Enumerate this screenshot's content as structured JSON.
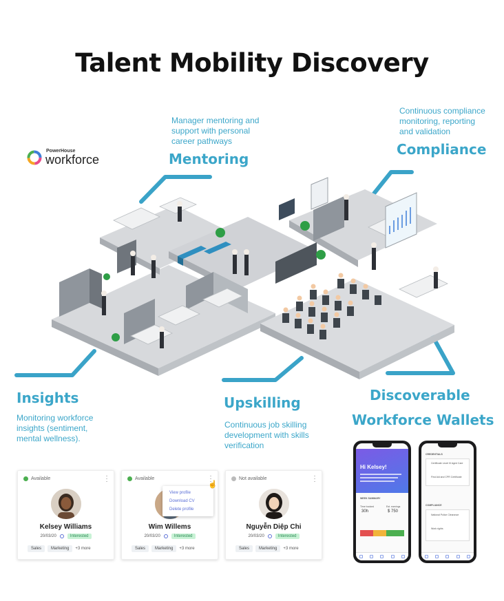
{
  "title": "Talent Mobility Discovery",
  "logo": {
    "small_text": "PowerHouse",
    "big_text": "workforce"
  },
  "sections": {
    "mentoring": {
      "heading": "Mentoring",
      "description": [
        "Manager mentoring and",
        "support with personal",
        "career pathways"
      ]
    },
    "compliance": {
      "heading": "Compliance",
      "description": [
        "Continuous compliance",
        "monitoring, reporting",
        "and validation"
      ]
    },
    "insights": {
      "heading": "Insights",
      "description": [
        "Monitoring workforce",
        "insights (sentiment,",
        "mental wellness)."
      ]
    },
    "upskilling": {
      "heading": "Upskilling",
      "description": [
        "Continuous job skilling",
        "development with skills",
        "verification"
      ]
    },
    "wallets": {
      "heading_line1": "Discoverable",
      "heading_line2": "Workforce Wallets"
    }
  },
  "cards": [
    {
      "status": "Available",
      "name": "Kelsey Williams",
      "date": "20/03/20",
      "badge": "Interested",
      "tags": [
        "Sales",
        "Marketing"
      ],
      "more": "+3 more"
    },
    {
      "status": "Available",
      "name": "Wim Willems",
      "date": "20/03/20",
      "badge": "Interested",
      "tags": [
        "Sales",
        "Marketing"
      ],
      "more": "+3 more"
    },
    {
      "status": "Not available",
      "name": "Nguyễn Diệp Chi",
      "date": "20/03/20",
      "badge": "Interested",
      "tags": [
        "Sales",
        "Marketing"
      ],
      "more": "+3 more"
    }
  ],
  "context_menu": [
    "View profile",
    "Download CV",
    "Delete profile"
  ],
  "phone1": {
    "greeting": "Hi Kelsey!",
    "section": "WEEK SUMMARY",
    "stat1_label": "Time booked",
    "stat1_value": "30h",
    "stat2_label": "Est. earnings",
    "stat2_value": "$ 750"
  },
  "phone2": {
    "section1": "CREDENTIALS",
    "cred1": "Certificate Level III Aged Care",
    "cred2": "First Aid and CPR Certificate",
    "section2": "COMPLIANCE",
    "comp1": "National Police Clearance",
    "comp2": "Work rights"
  },
  "colors": {
    "accent": "#3ba6c9",
    "connector": "#3aa3c8",
    "available": "#4caf50",
    "badge_bg": "#c8f2d5"
  }
}
